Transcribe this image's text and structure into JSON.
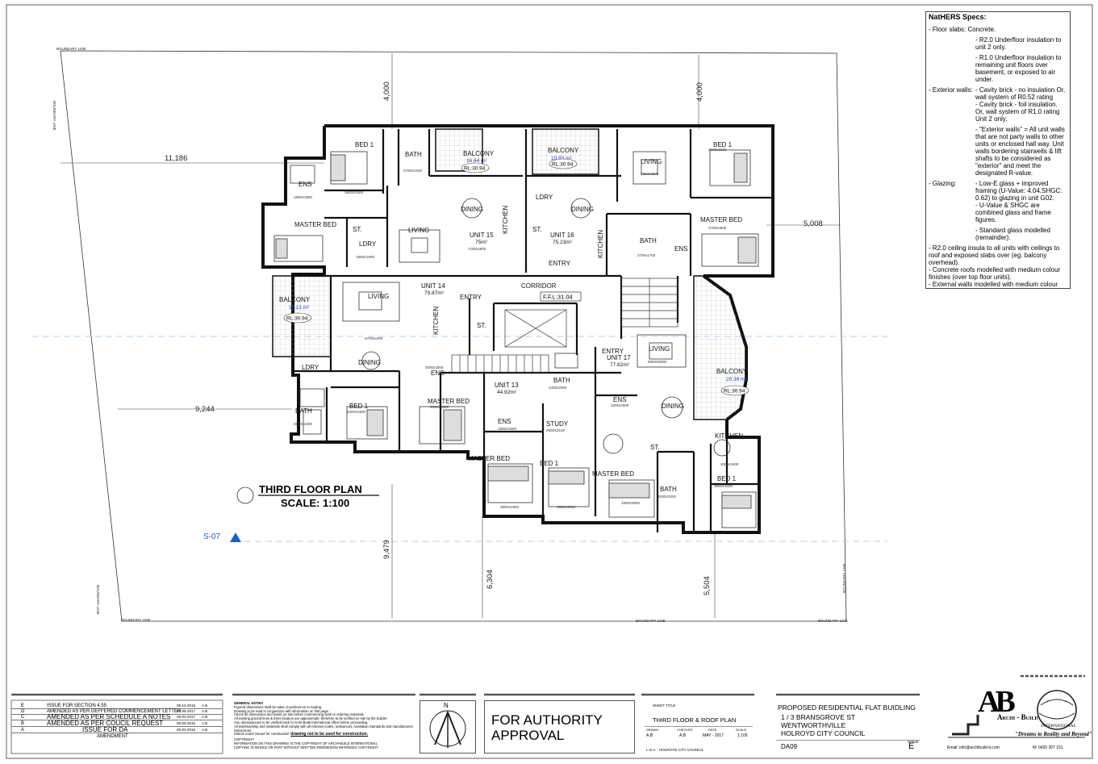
{
  "plan": {
    "title": "THIRD FLOOR PLAN",
    "scale": "SCALE: 1:100",
    "boundary_label": "BOUNDARY LINE",
    "ffl": "F.F.L:31.04",
    "section_marker": "S-07",
    "dimensions": [
      "11,186",
      "4,000",
      "4,000",
      "5,008",
      "9,244",
      "9,479",
      "6,304",
      "5,504"
    ],
    "rooms": [
      {
        "id": "bed1-u15",
        "label": "BED 1",
        "size": "3600X3300"
      },
      {
        "id": "bath-u15",
        "label": "BATH",
        "size": "2700X1600"
      },
      {
        "id": "ens-u15",
        "label": "ENS",
        "size": "1800X1800"
      },
      {
        "id": "masterbed-u15",
        "label": "MASTER BED",
        "size": ""
      },
      {
        "id": "st-u15",
        "label": "ST.",
        "size": ""
      },
      {
        "id": "ldry-u15",
        "label": "LDRY",
        "size": "1900X1800"
      },
      {
        "id": "living-u15",
        "label": "LIVING",
        "size": ""
      },
      {
        "id": "dining-u15",
        "label": "DINING",
        "size": ""
      },
      {
        "id": "kitchen-u15",
        "label": "KITCHEN",
        "size": ""
      },
      {
        "id": "unit15",
        "label": "UNIT 15",
        "size": "75m²",
        "extra": "7100x4800"
      },
      {
        "id": "balcony-u15",
        "label": "BALCONY",
        "size": "16.44 m²",
        "rl": "RL:30.94"
      },
      {
        "id": "balcony-u16",
        "label": "BALCONY",
        "size": "10.83 m²",
        "rl": "RL:30.94"
      },
      {
        "id": "living-u16",
        "label": "LIVING",
        "size": "4200x3600"
      },
      {
        "id": "bed1-u16",
        "label": "BED 1",
        "size": "3600x3100"
      },
      {
        "id": "ldry-u16",
        "label": "LDRY",
        "size": ""
      },
      {
        "id": "dining-u16",
        "label": "DINING",
        "size": ""
      },
      {
        "id": "st-u16",
        "label": "ST.",
        "size": ""
      },
      {
        "id": "unit16",
        "label": "UNIT 16",
        "size": "75.23m²"
      },
      {
        "id": "kitchen-u16",
        "label": "KITCHEN",
        "size": ""
      },
      {
        "id": "bath-u16",
        "label": "BATH",
        "size": "2700x1700"
      },
      {
        "id": "ens-u16",
        "label": "ENS",
        "size": ""
      },
      {
        "id": "masterbed-u16",
        "label": "MASTER BED",
        "size": "3700x3600"
      },
      {
        "id": "entry-u16",
        "label": "ENTRY",
        "size": ""
      },
      {
        "id": "corridor",
        "label": "CORRIDOR",
        "size": ""
      },
      {
        "id": "balcony-u14",
        "label": "BALCONY",
        "size": "11.13 m²",
        "rl": "RL:30.94"
      },
      {
        "id": "living-u14",
        "label": "LIVING",
        "size": "5700x4400"
      },
      {
        "id": "unit14",
        "label": "UNIT 14",
        "size": "79.87m²"
      },
      {
        "id": "kitchen-u14",
        "label": "KITCHEN",
        "size": ""
      },
      {
        "id": "entry-u14",
        "label": "ENTRY",
        "size": ""
      },
      {
        "id": "st-u14",
        "label": "ST.",
        "size": ""
      },
      {
        "id": "dining-u14",
        "label": "DINING",
        "size": ""
      },
      {
        "id": "ldry-u14",
        "label": "LDRY",
        "size": ""
      },
      {
        "id": "ens-u14",
        "label": "ENS",
        "size": "2000x1800"
      },
      {
        "id": "bath-u14",
        "label": "BATH",
        "size": "2500X2300"
      },
      {
        "id": "bed1-u14",
        "label": "BED 1",
        "size": "3400X3300"
      },
      {
        "id": "masterbed-u14",
        "label": "MASTER BED",
        "size": "3300X3600"
      },
      {
        "id": "unit13",
        "label": "UNIT 13",
        "size": "44.92m²"
      },
      {
        "id": "bath-u13",
        "label": "BATH",
        "size": "2400x2000"
      },
      {
        "id": "ens-u13",
        "label": "ENS",
        "size": "1800X1800"
      },
      {
        "id": "study-u13",
        "label": "STUDY",
        "size": "2900X2100"
      },
      {
        "id": "masterbed-u13",
        "label": "MASTER BED",
        "size": "3900X2900"
      },
      {
        "id": "bed1-u13",
        "label": "BED 1",
        "size": "3600X3000"
      },
      {
        "id": "entry-u17",
        "label": "ENTRY",
        "size": ""
      },
      {
        "id": "unit17",
        "label": "UNIT 17",
        "size": "77.82m²"
      },
      {
        "id": "living-u17",
        "label": "LIVING",
        "size": "5800X3900"
      },
      {
        "id": "balcony-u17",
        "label": "BALCONY",
        "size": "20.39 m²",
        "rl": "RL:30.94"
      },
      {
        "id": "dining-u17",
        "label": "DINING",
        "size": ""
      },
      {
        "id": "ens-u17",
        "label": "ENS",
        "size": "2300x2000"
      },
      {
        "id": "kitchen-u17",
        "label": "KITCHEN",
        "size": "2000x3400"
      },
      {
        "id": "st-u17",
        "label": "ST.",
        "size": ""
      },
      {
        "id": "masterbed-u17",
        "label": "MASTER BED",
        "size": "4500X3500"
      },
      {
        "id": "bath-u17",
        "label": "BATH",
        "size": "3000X3300"
      },
      {
        "id": "bed1-u17",
        "label": "BED 1",
        "size": "3600X3000"
      }
    ]
  },
  "nathers": {
    "title": "NatHERS Specs:",
    "floor_label": "- Floor slabs: Concrete.",
    "floor_items": [
      "- R2.0 Underfloor insulation to unit 2 only.",
      "- R1.0 Underfloor insulation to remaining unit floors over basement, or exposed to air under."
    ],
    "walls_label": "- Exterior walls:",
    "walls_first": "- Cavity brick - no insulation Or, wall system of R0.52 rating",
    "walls_items": [
      "- Cavity brick - foil insulation. Or, wall system of R1.0 rating Unit 2 only.",
      "- \"Exterior walls\" = All unit walls that are not party walls to other units or enclosed hall way. Unit walls bordering stairwells & lift shafts to be considered as \"exterior\" and meet the designated R-value."
    ],
    "glazing_label": "- Glazing:",
    "glazing_first": "- Low-E glass + improved framing (U-Value: 4.04,SHGC: 0.62) to glazing in unit G02.",
    "glazing_items": [
      "- U-Value & SHGC are combined glass and frame figures.",
      "- Standard glass modelled (remainder)."
    ],
    "notes": [
      "- R2.0 ceiling insula to all units with ceilings to roof and exposed slabs over (eg. balcony overhead).",
      "- Concrete roofs modelled with medium colour finishes (over top floor units).",
      "- External walls modelled with medium colour finishes."
    ]
  },
  "revisions": {
    "rows": [
      {
        "letter": "E",
        "text": "ISSUE FOR SECTION 4.55",
        "date": "08-12-2018",
        "by": "A.B"
      },
      {
        "letter": "D",
        "text": "AMENDED AS PER DEFFERED COMMENCEMENT LETTER",
        "date": "02-05-2017",
        "by": "A.B"
      },
      {
        "letter": "C",
        "text": "AMENDED AS PER SCHEDULE A NOTES",
        "date": "08-02-2017",
        "by": "A.B"
      },
      {
        "letter": "B",
        "text": "AMENDED AS PER COUCIL REQUEST",
        "date": "08-09-2016",
        "by": "A.B"
      },
      {
        "letter": "A",
        "text": "ISSUE FOR DA",
        "date": "09-02-2016",
        "by": "A.B"
      }
    ],
    "footer": "AMENDMENT"
  },
  "general_notes": {
    "title": "GENERAL NOTES",
    "lines": [
      "Figured dimensions shall be taken in preference to scaling.",
      "Drawing to be read in conjunction with information on first page.",
      "Check all dimensions and levels on site before commencing work or ordering materials.",
      "All existing ground lines & trees location are approximate; therefore to be verified on site by the builder.",
      "Any discrepancies to be verified back to Archi-Build International office before proceeding.",
      "All workmanship and materials shall comply with all relevant codes, ordinances, Australian Standards and manufactures instructions.",
      "Unless noted 'issued for construction'"
    ],
    "warning": "drawing not to be used for construction.",
    "copyright_title": "COPYRIGHT",
    "copyright_lines": [
      "INFORMATION ON THIS DRAWING IS THE COPYRIGHT OF ARCHI-BUILD INTERNATIONAL",
      "COPYING IN WHOLE OR PART WITHOUT WRITTEN PERMISSION INFRINGES COPYRIGHT"
    ]
  },
  "north": {
    "label": "N"
  },
  "approval": {
    "line1": "FOR AUTHORITY",
    "line2": "APPROVAL"
  },
  "sheet": {
    "title_label": "SHEET TITLE",
    "title": "THIRD FLOOR & ROOF PLAN",
    "headers": [
      "DRAWN",
      "CHECKED",
      "DATE",
      "SCALE"
    ],
    "values": [
      "A.B",
      "A.B",
      "MAY - 2017",
      "1:100"
    ],
    "lga": "L.G.A :",
    "council": "HOLROYD CITY COUNCIL"
  },
  "project": {
    "lines": [
      "PROPOSED RESIDENTIAL FLAT BUIDLING",
      "1 / 3 BRANSGROVE ST",
      "WENTWORTHVILLE",
      "HOLROYD CITY COUNCIL"
    ],
    "dwg": "DA09",
    "issue_label": "ISSUE",
    "issue": "E"
  },
  "logo": {
    "monogram": "AB",
    "name": "Archi - Build",
    "international": "INTERNATIONAL",
    "tagline": "\"Dreams to Reality and Beyond\"",
    "email": "Email: info@archibuild-it.com",
    "mobile": "M: 0420 307 151"
  },
  "colors": {
    "wall": "#111111",
    "area": "#1f3fbf",
    "section": "#1a5fd6",
    "grid": "#9cc2e6"
  }
}
